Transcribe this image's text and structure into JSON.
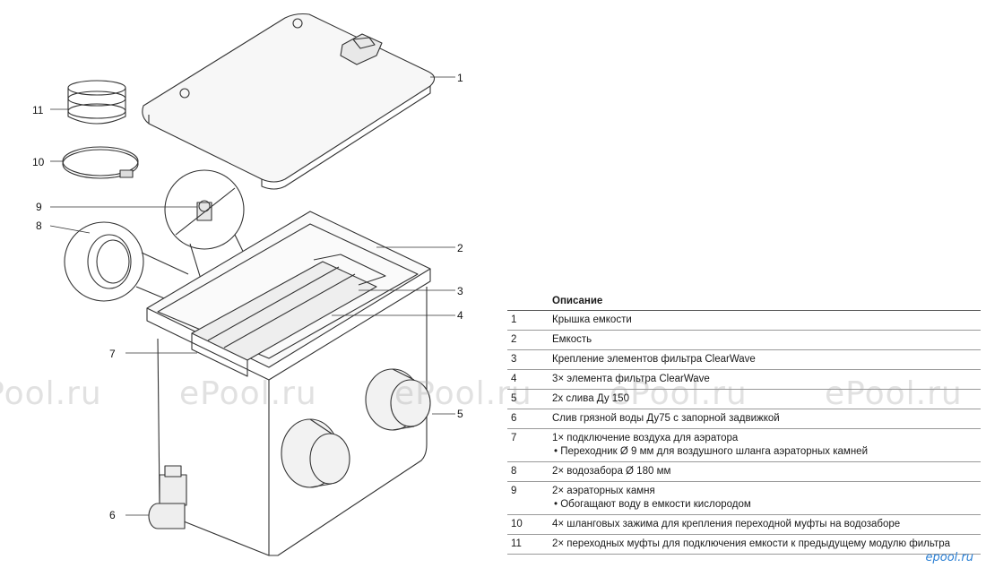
{
  "callouts": {
    "c1": "1",
    "c2": "2",
    "c3": "3",
    "c4": "4",
    "c5": "5",
    "c6": "6",
    "c7": "7",
    "c8": "8",
    "c9": "9",
    "c10": "10",
    "c11": "11"
  },
  "watermark": {
    "text": "ePool.ru"
  },
  "logo": "epool.ru",
  "legend": {
    "header_num": "",
    "header_desc": "Описание",
    "rows": [
      {
        "num": "1",
        "text": "Крышка емкости"
      },
      {
        "num": "2",
        "text": "Емкость"
      },
      {
        "num": "3",
        "text": "Крепление элементов фильтра ClearWave"
      },
      {
        "num": "4",
        "text": "3× элемента фильтра ClearWave"
      },
      {
        "num": "5",
        "text": "2x слива Ду 150"
      },
      {
        "num": "6",
        "text": "Слив грязной воды Ду75 с запорной задвижкой"
      },
      {
        "num": "7",
        "text": "1× подключение воздуха для аэратора",
        "sub": "Переходник Ø 9 мм для воздушного шланга аэраторных камней"
      },
      {
        "num": "8",
        "text": "2× водозабора Ø 180 мм"
      },
      {
        "num": "9",
        "text": "2× аэраторных камня",
        "sub": "Обогащают воду в емкости кислородом"
      },
      {
        "num": "10",
        "text": "4× шланговых зажима для крепления переходной муфты на водозаборе"
      },
      {
        "num": "11",
        "text": "2× переходных муфты для подключения емкости к предыдущему модулю фильтра"
      }
    ]
  }
}
